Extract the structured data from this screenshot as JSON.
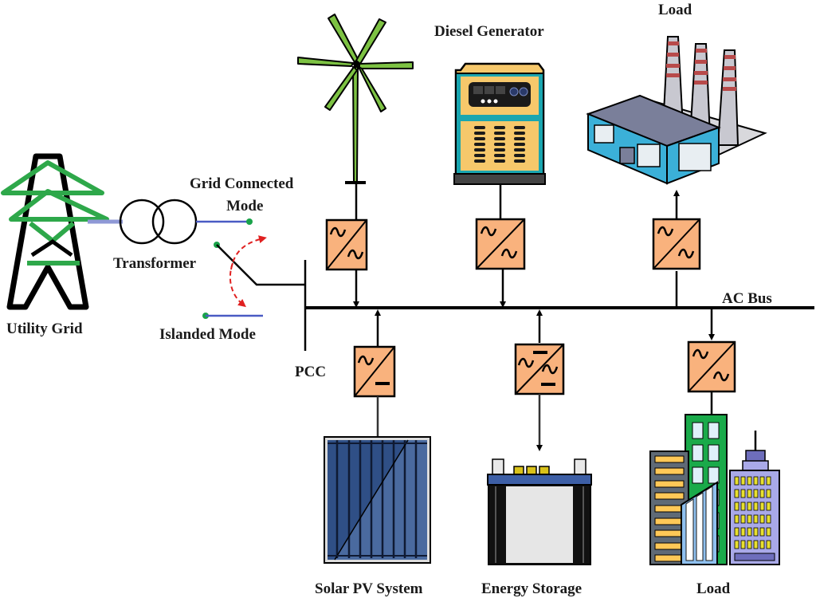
{
  "title": "Microgrid AC Bus Architecture",
  "labels": {
    "utility_grid": "Utility Grid",
    "transformer": "Transformer",
    "grid_connected_line1": "Grid Connected",
    "grid_connected_line2": "Mode",
    "islanded_mode": "Islanded Mode",
    "pcc": "PCC",
    "ac_bus": "AC Bus",
    "diesel_generator": "Diesel Generator",
    "load_industrial": "Load",
    "solar_pv": "Solar PV System",
    "energy_storage": "Energy Storage",
    "load_buildings": "Load"
  },
  "converters": [
    {
      "id": "wind",
      "type": "AC/AC",
      "flow": "to-bus"
    },
    {
      "id": "diesel",
      "type": "AC/AC",
      "flow": "to-bus"
    },
    {
      "id": "industrial-load",
      "type": "AC/AC",
      "flow": "from-bus"
    },
    {
      "id": "solar",
      "type": "DC/AC",
      "flow": "to-bus"
    },
    {
      "id": "storage",
      "type": "bidirectional DC/AC",
      "flow": "bidirectional"
    },
    {
      "id": "building-load",
      "type": "AC/AC",
      "flow": "from-bus"
    }
  ],
  "colors": {
    "converter_fill": "#f9b27d",
    "tower_green": "#2ea84a",
    "wind_green": "#7dc243",
    "line_blue": "#4a5bc4",
    "node_green": "#1aa34a",
    "switch_arrow": "#e02020",
    "generator_yellow": "#f6c86b",
    "generator_teal": "#1aa6b0",
    "factory_blue": "#3bb0d8",
    "solar_blue": "#3b5b8f",
    "battery_blue": "#3d5fa6",
    "building_green": "#1aaa4a",
    "building_purple": "#a9a9e8"
  }
}
